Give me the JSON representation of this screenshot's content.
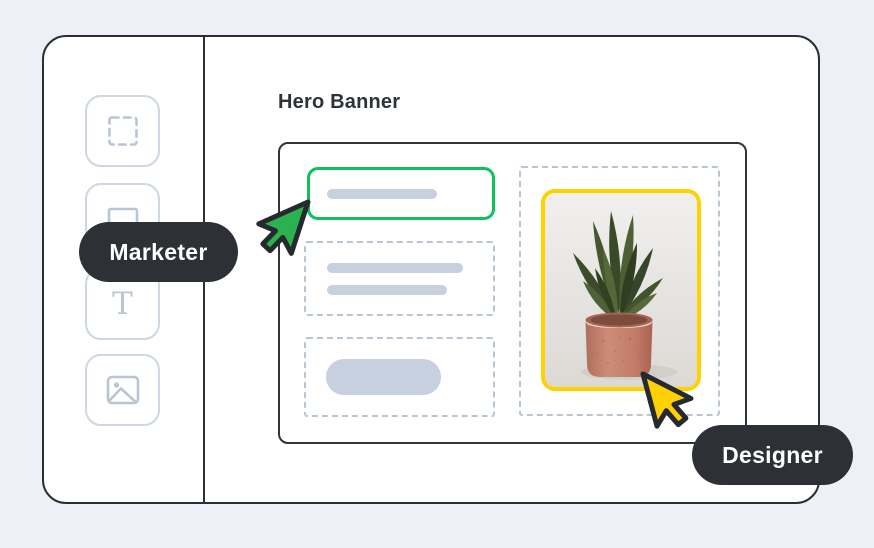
{
  "scene": {
    "background_color": "#edf0f6",
    "description": "collaborative-editor-illustration"
  },
  "editor": {
    "title": "Hero Banner",
    "toolbar": {
      "tools": [
        {
          "id": "select",
          "icon": "marquee-select-icon"
        },
        {
          "id": "shape",
          "icon": "rectangle-shape-icon"
        },
        {
          "id": "text",
          "icon": "text-tool-icon",
          "glyph": "T"
        },
        {
          "id": "image",
          "icon": "image-tool-icon"
        }
      ]
    },
    "canvas": {
      "placeholders": [
        "headline",
        "paragraph",
        "button",
        "image"
      ]
    }
  },
  "collaborators": [
    {
      "label": "Marketer",
      "cursor_color": "#2bb24e",
      "selection_color": "#0ec159",
      "selecting": "headline"
    },
    {
      "label": "Designer",
      "cursor_color": "#ffd105",
      "selection_color": "#ffd100",
      "selecting": "image"
    }
  ],
  "colors": {
    "window_border": "#2b2f33",
    "label_pill_background": "#2d3135",
    "label_pill_text": "#ffffff",
    "placeholder_fill": "#c6d0de",
    "dashed_border": "#b8c5d3",
    "tool_border": "#cdd7e2",
    "tool_glyph": "#b9c5d4",
    "plant_pot": "#c68271",
    "plant_leaves": "#3c4c2a"
  }
}
